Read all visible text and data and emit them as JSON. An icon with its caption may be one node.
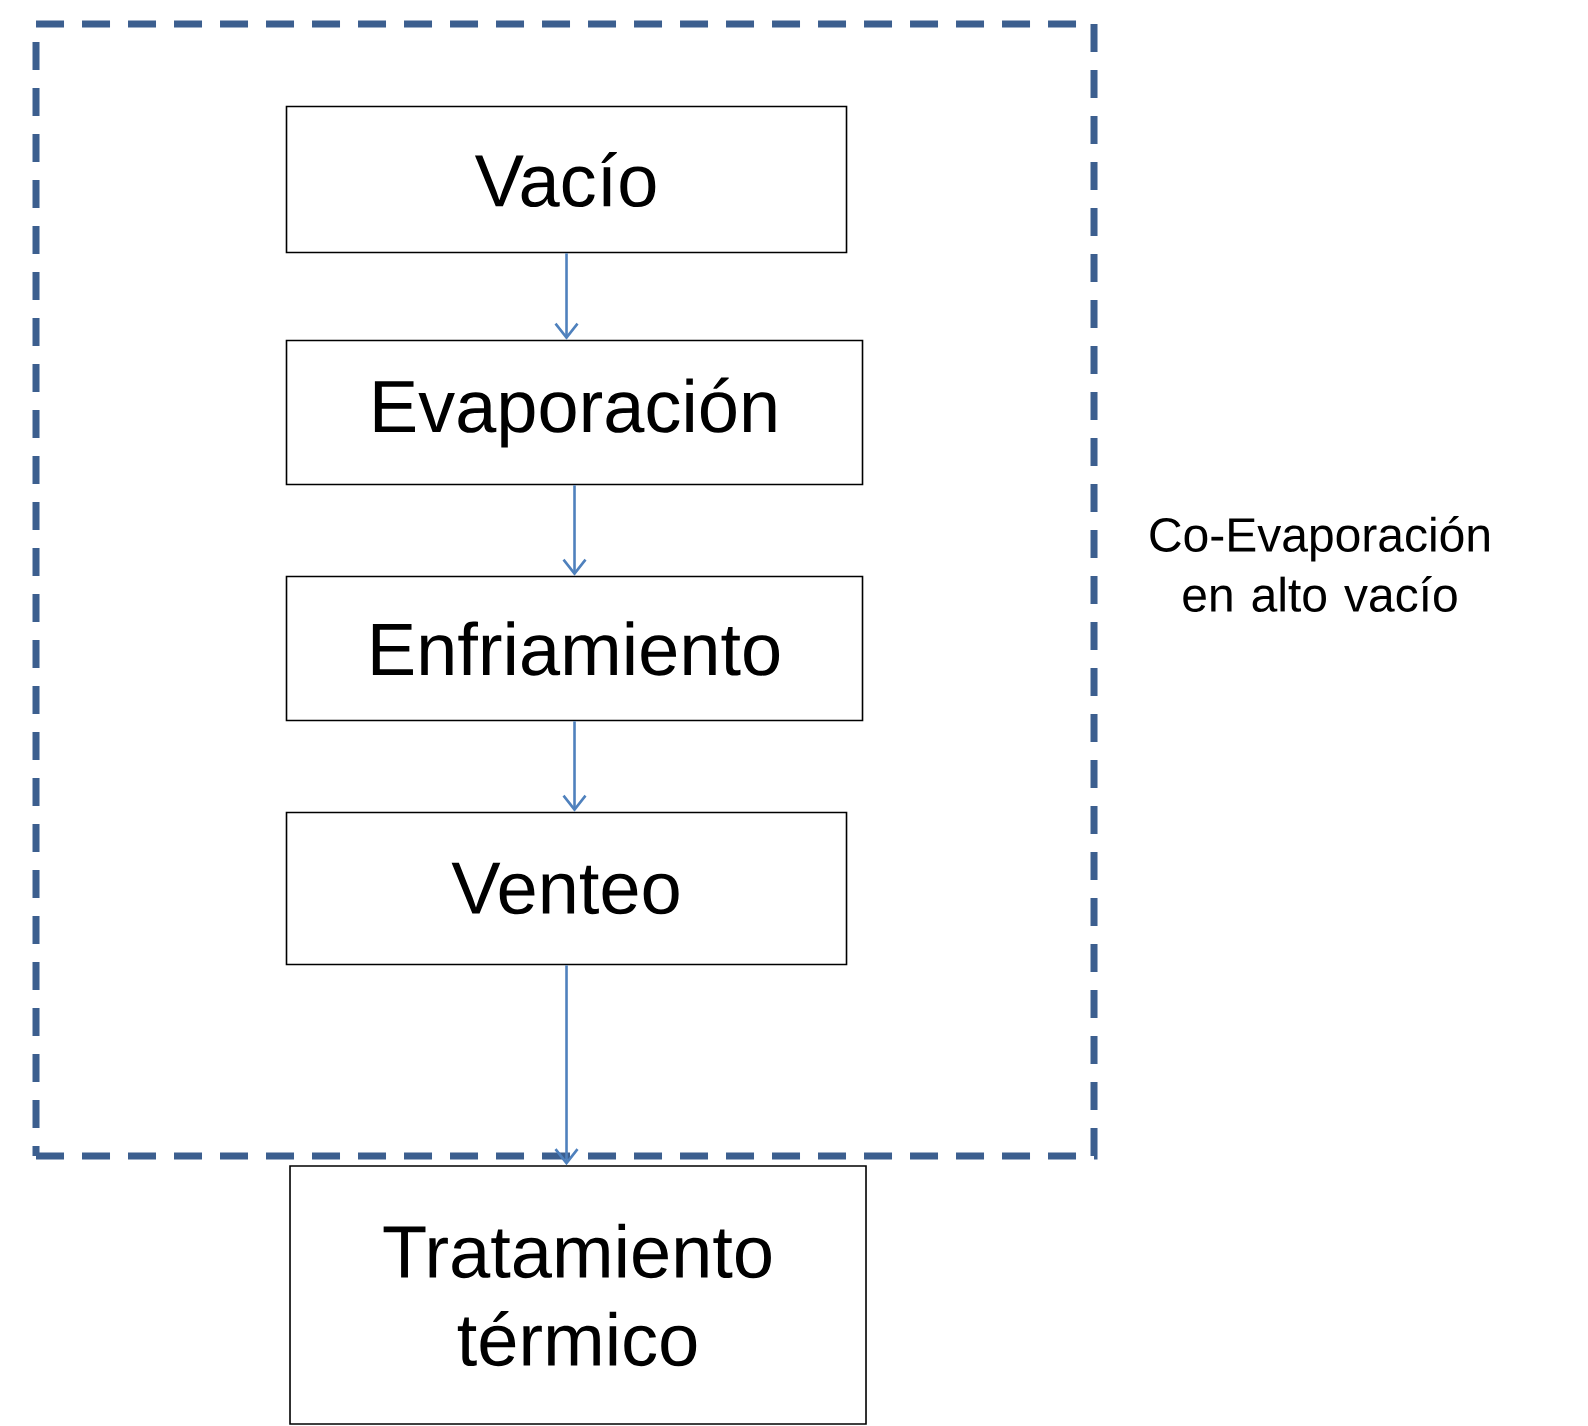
{
  "diagram": {
    "nodes": [
      {
        "text": [
          "Co-Evaporación en alto vacío"
        ]
      },
      {
        "text": [
          "Vacío"
        ],
        "in": 0
      },
      {
        "text": [
          "Evaporación"
        ],
        "in": 0
      },
      {
        "text": [
          "Enfriamiento"
        ],
        "in": 0
      },
      {
        "text": [
          "Venteo"
        ],
        "in": 0
      },
      {
        "text": [
          "Tratamiento térmico"
        ]
      }
    ],
    "edges": [
      {
        "from": 1,
        "to": 2,
        "arrow": "to"
      },
      {
        "from": 2,
        "to": 3,
        "arrow": "to"
      },
      {
        "from": 3,
        "to": 4,
        "arrow": "to"
      },
      {
        "from": 4,
        "to": 5,
        "arrow": "to"
      }
    ]
  }
}
